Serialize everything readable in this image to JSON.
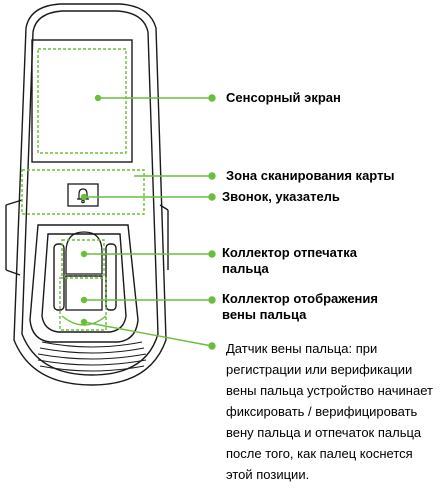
{
  "labels": {
    "touch_screen": "Сенсорный экран",
    "card_zone": "Зона сканирования карты",
    "bell_indicator": "Звонок, указатель",
    "fingerprint_line1": "Коллектор отпечатка",
    "fingerprint_line2": "пальца",
    "vein_line1": "Коллектор отображения",
    "vein_line2": "вены пальца"
  },
  "note": "Датчик вены пальца: при регистрации или верификации вены пальца устройство начинает фиксировать / верифицировать вену пальца и отпечаток пальца после того, как палец коснется этой позиции.",
  "colors": {
    "accent": "#6abf3a",
    "outline": "#1a1a1a"
  }
}
